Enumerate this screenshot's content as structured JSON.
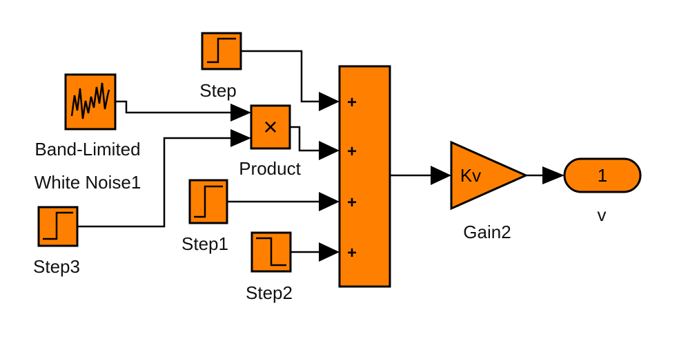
{
  "diagram": {
    "blocks": {
      "step": {
        "label": "Step"
      },
      "step1": {
        "label": "Step1"
      },
      "step2": {
        "label": "Step2"
      },
      "step3": {
        "label": "Step3"
      },
      "noise": {
        "label_line1": "Band-Limited",
        "label_line2": "White Noise1"
      },
      "product": {
        "label": "Product",
        "symbol": "×"
      },
      "sum": {
        "signs": [
          "+",
          "+",
          "+",
          "+"
        ]
      },
      "gain": {
        "label": "Gain2",
        "value": "Kv"
      },
      "outport": {
        "label": "v",
        "number": "1"
      }
    },
    "colors": {
      "block_fill": "#ff8000",
      "line": "#000000"
    }
  }
}
